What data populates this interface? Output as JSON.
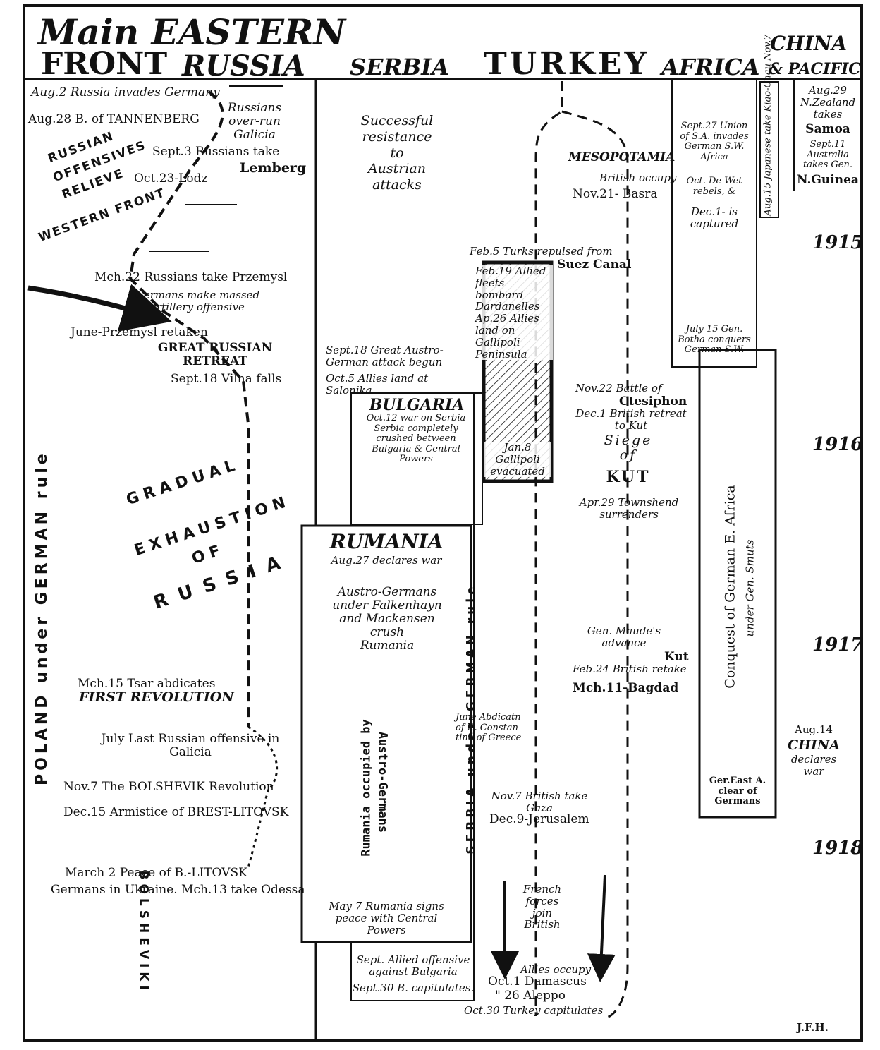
{
  "header": {
    "title_main": "Main EASTERN",
    "title_front": "FRONT",
    "russia": "RUSSIA",
    "serbia": "SERBIA",
    "turkey": "TURKEY",
    "africa": "AFRICA",
    "china": "CHINA",
    "pacific": "& PACIFIC"
  },
  "years": [
    "1915",
    "1916",
    "1917",
    "1918"
  ],
  "signature": "J.F.H.",
  "russia": {
    "aug2": "Aug.2 Russia invades Germany",
    "aug28": "Aug.28 B. of TANNENBERG",
    "galicia": "Russians\nover-run\nGalicia",
    "offensives": [
      "RUSSIAN",
      "OFFENSIVES",
      "RELIEVE",
      "WESTERN FRONT"
    ],
    "lemberg1": "Sept.3 Russians take",
    "lemberg2": "Lemberg",
    "lodz": "Oct.23-Lodz",
    "przemysl": "Mch.22 Russians take Przemysl",
    "artillery": "Germans make massed\nartillery offensive",
    "retaken": "June-Przemysl retaken",
    "retreat": "GREAT RUSSIAN\nRETREAT",
    "vilna": "Sept.18 Vilna falls",
    "gradual": [
      "GRADUAL",
      "EXHAUSTION",
      "OF",
      "RUSSIA"
    ],
    "tsar": "Mch.15 Tsar abdicates",
    "first_rev": "FIRST REVOLUTION",
    "last_off": "July Last Russian offensive in\nGalicia",
    "bolshevik_rev": "Nov.7 The BOLSHEVIK Revolution",
    "armistice": "Dec.15 Armistice of BREST-LITOVSK",
    "peace": "March 2 Peace of B.-LITOVSK",
    "ukraine": "Germans in Ukraine. Mch.13 take Odessa",
    "poland": "POLAND under GERMAN rule",
    "bolsheviki": "BOLSHEVIKI"
  },
  "serbia": {
    "resistance": "Successful\nresistance\nto\nAustrian\nattacks",
    "austro_attack": "Sept.18 Great Austro-\nGerman attack begun",
    "salonika": "Oct.5 Allies land at\nSalonika",
    "bulgaria": "BULGARIA",
    "bulgaria_war": "Oct.12 war on Serbia\nSerbia completely\ncrushed between\nBulgaria & Central\nPowers",
    "rumania": "RUMANIA",
    "rumania_war": "Aug.27 declares war",
    "austro_germans": "Austro-Germans\nunder Falkenhayn\nand Mackensen\ncrush\nRumania",
    "rumania_occupied": "Rumania occupied by",
    "austro_germans2": "Austro-Germans",
    "rumania_peace": "May 7 Rumania signs\npeace with Central\nPowers",
    "serbia_under": "SERBIA under GERMAN rule",
    "allied_off": "Sept. Allied offensive\nagainst Bulgaria",
    "capitulates": "Sept.30 B. capitulates."
  },
  "turkey": {
    "suez1": "Feb.5 Turks repulsed from",
    "suez2": "Suez Canal",
    "dardanelles": "Feb.19 Allied\nfleets bombard\nDardanelles\nAp.26 Allies\nland on\nGallipoli\nPeninsula",
    "gallipoli_evac": "Jan.8\nGallipoli\nevacuated",
    "abdication": "June Abdicatn\nof K. Constan-\ntine of Greece",
    "mesopotamia": "MESOPOTAMIA",
    "british_occupy": "British occupy",
    "basra": "Nov.21- Basra",
    "ctesiphon1": "Nov.22 Battle of",
    "ctesiphon2": "Ctesiphon",
    "retreat_kut": "Dec.1 British retreat\nto Kut",
    "siege": "Siege\nof",
    "kut": "KUT",
    "townshend": "Apr.29 Townshend\nsurrenders",
    "maude": "Gen. Maude's\nadvance",
    "kut2": "Kut",
    "retake": "Feb.24 British retake",
    "bagdad": "Mch.11-Bagdad",
    "gaza": "Nov.7 British take\nGaza",
    "jerusalem": "Dec.9-Jerusalem",
    "french": "French\nforces\njoin\nBritish",
    "allies_occupy": "Allies occupy",
    "damascus": "Oct.1 Damascus",
    "aleppo": "\" 26 Aleppo",
    "turkey_cap": "Oct.30 Turkey capitulates"
  },
  "africa": {
    "sw_invade": "Sept.27 Union\nof S.A. invades\nGerman S.W.\nAfrica",
    "de_wet": "Oct. De Wet\nrebels, &",
    "captured": "Dec.1- is\ncaptured",
    "botha": "July 15 Gen.\nBotha conquers\nGerman S.W.",
    "conquest": "Conquest of German E. Africa",
    "smuts": "under Gen. Smuts",
    "east_clear": "Ger.East A.\nclear of\nGermans"
  },
  "china": {
    "japan": "Aug.15 Japanese take Kiao-Chau Nov.7",
    "zealand": "Aug.29\nN.Zealand\ntakes",
    "samoa": "Samoa",
    "australia": "Sept.11\nAustralia\ntakes Gen.",
    "guinea": "N.Guinea",
    "china_date": "Aug.14",
    "china_name": "CHINA",
    "declares": "declares\nwar"
  }
}
